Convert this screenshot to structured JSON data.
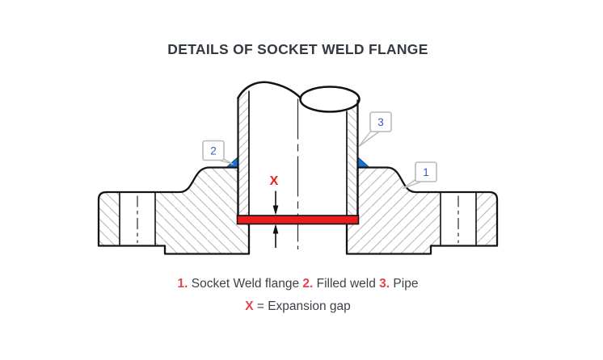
{
  "title": "DETAILS OF SOCKET WELD FLANGE",
  "diagram": {
    "callout_1": "1",
    "callout_2": "2",
    "callout_3": "3",
    "dimension_label": "X"
  },
  "legend": {
    "num_1": "1.",
    "label_1": "Socket Weld flange",
    "num_2": "2.",
    "label_2": "Filled weld",
    "num_3": "3.",
    "label_3": "Pipe"
  },
  "formula": {
    "symbol": "X",
    "text": "= Expansion gap"
  },
  "colors": {
    "gap_red": "#ea1c1c",
    "label_red": "#e2444b",
    "weld_blue": "#1b70d6",
    "callout_blue": "#4156b5",
    "text_dark": "#3c424a",
    "hatch_gray": "#bdbdbd",
    "line_black": "#141414"
  }
}
